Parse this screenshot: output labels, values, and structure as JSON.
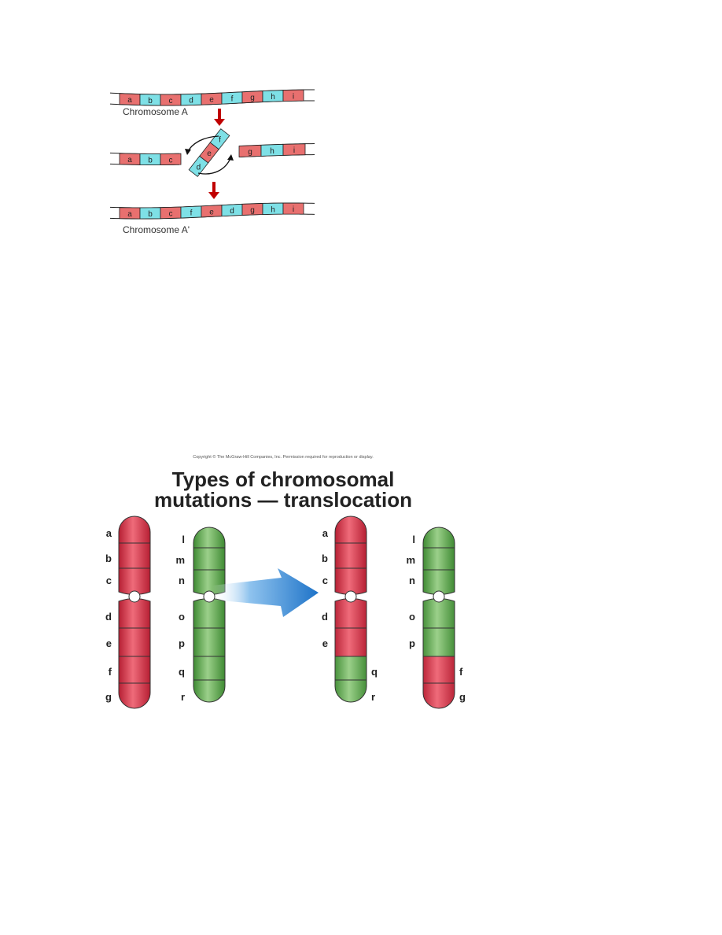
{
  "colors": {
    "red_segment": "#e8706f",
    "cyan_segment": "#7ee0e6",
    "arrow_red": "#c00000",
    "chromosome_red": "#d93b4b",
    "chromosome_green": "#6aa84f",
    "big_arrow_blue": "#1e73c8"
  },
  "inversion": {
    "row1": [
      "a",
      "b",
      "c",
      "d",
      "e",
      "f",
      "g",
      "h",
      "i"
    ],
    "row1_colors": [
      "red",
      "cyan",
      "red",
      "cyan",
      "red",
      "cyan",
      "red",
      "cyan",
      "red"
    ],
    "label_top": "Chromosome A",
    "middle_left": [
      "a",
      "b",
      "c"
    ],
    "middle_left_colors": [
      "red",
      "cyan",
      "red"
    ],
    "middle_inverted": [
      "d",
      "e",
      "f"
    ],
    "middle_inverted_colors": [
      "cyan",
      "red",
      "cyan"
    ],
    "middle_right": [
      "g",
      "h",
      "i"
    ],
    "middle_right_colors": [
      "red",
      "cyan",
      "red"
    ],
    "row3": [
      "a",
      "b",
      "c",
      "f",
      "e",
      "d",
      "g",
      "h",
      "i"
    ],
    "row3_colors": [
      "red",
      "cyan",
      "red",
      "cyan",
      "red",
      "cyan",
      "red",
      "cyan",
      "red"
    ],
    "label_bottom": "Chromosome A'"
  },
  "translocation": {
    "copyright": "Copyright © The McGraw-Hill Companies, Inc. Permission required for reproduction or display.",
    "title_line1": "Types of chromosomal",
    "title_line2": "mutations — translocation",
    "before_red": {
      "upper": [
        "a",
        "b",
        "c"
      ],
      "lower": [
        "d",
        "e",
        "f",
        "g"
      ]
    },
    "before_green": {
      "upper": [
        "l",
        "m",
        "n"
      ],
      "lower": [
        "o",
        "p",
        "q",
        "r"
      ]
    },
    "after_red": {
      "upper": [
        "a",
        "b",
        "c"
      ],
      "lower": [
        "d",
        "e",
        "q",
        "r"
      ]
    },
    "after_green": {
      "upper": [
        "l",
        "m",
        "n"
      ],
      "lower": [
        "o",
        "p",
        "f",
        "g"
      ]
    }
  }
}
